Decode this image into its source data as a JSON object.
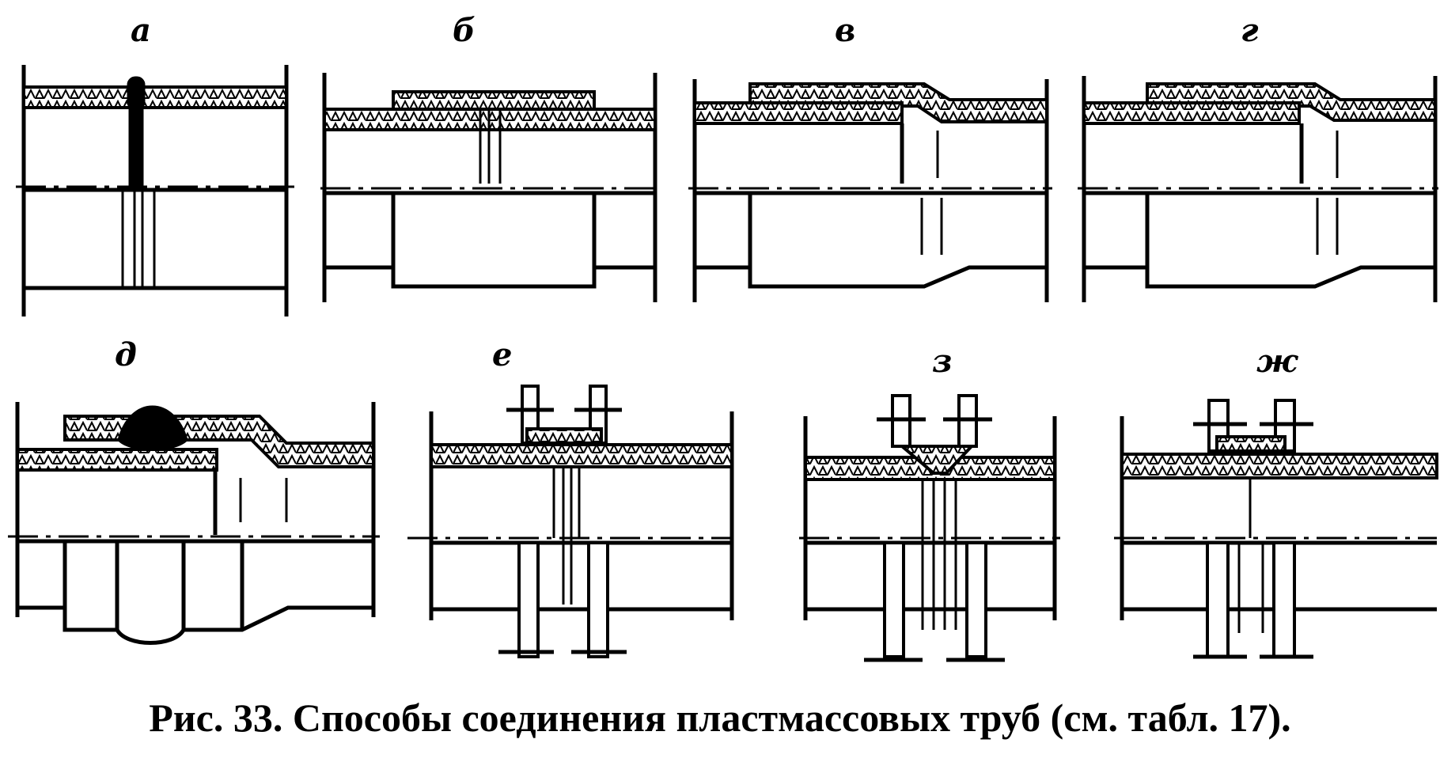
{
  "figure": {
    "caption": "Рис. 33. Способы соединения пластмассовых труб (см. табл. 17).",
    "panels": [
      {
        "id": "a",
        "label": "а"
      },
      {
        "id": "b",
        "label": "б"
      },
      {
        "id": "v",
        "label": "в"
      },
      {
        "id": "g",
        "label": "г"
      },
      {
        "id": "d",
        "label": "д"
      },
      {
        "id": "e",
        "label": "е"
      },
      {
        "id": "z",
        "label": "з"
      },
      {
        "id": "zh",
        "label": "ж"
      }
    ]
  }
}
